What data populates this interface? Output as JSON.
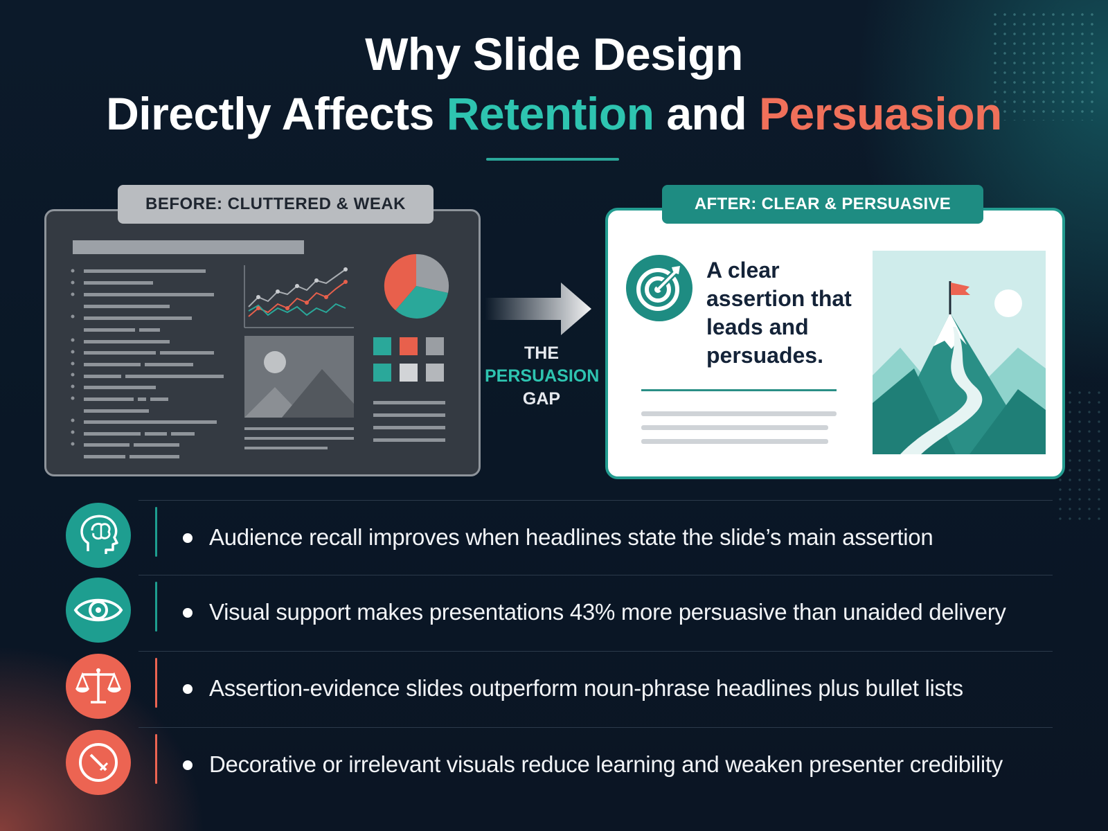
{
  "title": {
    "line1": "Why Slide Design",
    "line2_prefix": "Directly Affects ",
    "line2_word1": "Retention",
    "line2_mid": " and ",
    "line2_word2": "Persuasion"
  },
  "colors": {
    "teal": "#2ec4b0",
    "coral": "#f0705a",
    "dark_teal": "#1e8c82",
    "background": "#0c1a2a"
  },
  "before": {
    "label": "BEFORE: CLUTTERED & WEAK",
    "icons": [
      "bullet-text-lines",
      "line-chart-icon",
      "pie-chart-icon",
      "image-placeholder-icon",
      "color-grid-icon"
    ]
  },
  "gap": {
    "line1": "THE",
    "line2": "PERSUASION",
    "line3": "GAP",
    "icon": "arrow-right-icon"
  },
  "after": {
    "label": "AFTER: CLEAR & PERSUASIVE",
    "assertion": "A clear assertion that leads and persuades.",
    "icons": [
      "target-icon",
      "mountain-flag-icon"
    ]
  },
  "bullets": [
    {
      "text": "Audience recall improves when headlines state the slide’s main assertion",
      "icon": "brain-head-icon",
      "color": "#1e9e90"
    },
    {
      "text": "Visual support makes presentations 43% more persuasive than unaided delivery",
      "icon": "eye-icon",
      "color": "#1e9e90"
    },
    {
      "text": "Assertion-evidence slides outperform noun-phrase headlines plus bullet lists",
      "icon": "balance-scale-icon",
      "color": "#ec6452"
    },
    {
      "text": "Decorative or irrelevant visuals reduce learning and weaken presenter credibility",
      "icon": "no-symbol-icon",
      "color": "#ec6452"
    }
  ]
}
